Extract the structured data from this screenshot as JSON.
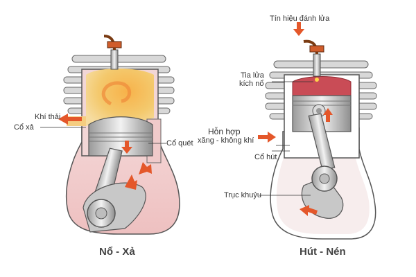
{
  "left_engine": {
    "caption": "Nổ - Xả",
    "labels": {
      "exhaust_gas": "Khí thải",
      "exhaust_port": "Cổ xả",
      "transfer_port": "Cổ quét"
    }
  },
  "right_engine": {
    "caption": "Hút - Nén",
    "labels": {
      "ignition_signal": "Tín hiệu đánh lửa",
      "spark_line1": "Tia lửa",
      "spark_line2": "kích nổ",
      "mixture_line1": "Hỗn  hợp",
      "mixture_line2": "xăng - không khí",
      "intake_port": "Cổ hút",
      "crankshaft": "Trục khuỷu"
    }
  },
  "colors": {
    "arrow": "#e4572a",
    "fin_gray": "#d9d9d9",
    "outline": "#555555",
    "crankcase_fill": "#f3d5d5",
    "combustion_fill": "#f2c66a",
    "compressed_fill": "#c94c56",
    "metal": "#c8c8c8"
  }
}
